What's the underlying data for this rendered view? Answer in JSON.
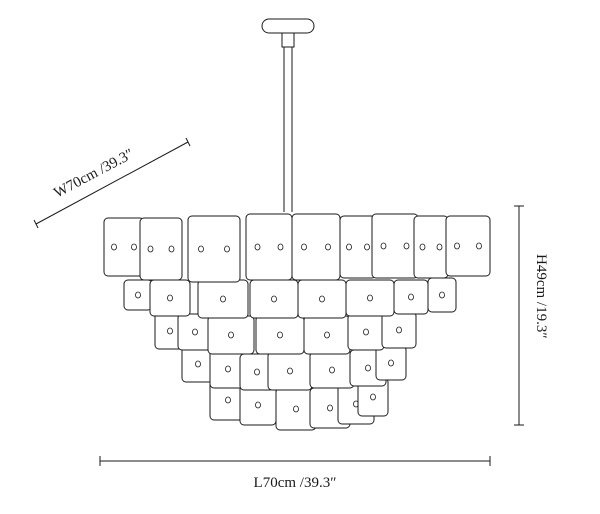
{
  "dimensions": {
    "width_label": "W70cm /39.3″",
    "height_label": "H49cm /19.3″",
    "length_label": "L70cm /39.3″"
  }
}
